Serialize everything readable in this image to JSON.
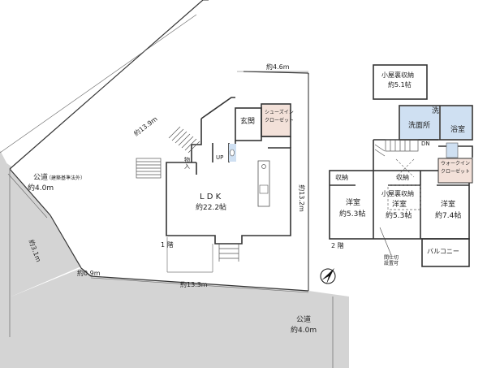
{
  "site": {
    "dim_top": "約4.6m",
    "dim_left_diagonal": "約13.9m",
    "dim_right": "約13.2m",
    "dim_bottom": "約13.3m",
    "dim_left_short": "約3.1m",
    "dim_left_corner": "約0.9m",
    "road_left_title": "公道",
    "road_left_note": "（建築基準法外）",
    "road_left_width": "約4.0m",
    "road_bottom_title": "公道",
    "road_bottom_width": "約4.0m"
  },
  "floor1": {
    "label": "1 階",
    "genkan": "玄関",
    "shoes_closet_line1": "シューズイン",
    "shoes_closet_line2": "クローゼット",
    "ldk_line1": "L D K",
    "ldk_line2": "約22.2帖",
    "storage_line1": "物",
    "storage_line2": "入",
    "up": "UP"
  },
  "floor2": {
    "label": "2 階",
    "attic_top_line1": "小屋裏収納",
    "attic_top_line2": "約5.1帖",
    "wash": "洗",
    "washroom": "洗面所",
    "bath": "浴室",
    "dn": "DN",
    "storage_a": "収納",
    "storage_b": "収納",
    "wic_line1": "ウォークイン",
    "wic_line2": "クローゼット",
    "room_left_line1": "洋室",
    "room_left_line2": "約5.3帖",
    "attic_mid": "小屋裏収納",
    "room_mid_line1": "洋室",
    "room_mid_line2": "約5.3帖",
    "room_right_line1": "洋室",
    "room_right_line2": "約7.4帖",
    "partition_line1": "間仕切",
    "partition_line2": "設置可",
    "balcony": "バルコニー"
  },
  "colors": {
    "line": "#333333",
    "road": "#d4d4d4",
    "wet_area": "#cfe0f2",
    "closet": "#f3e1d9",
    "compass": "#111111"
  },
  "icons": [
    "north-arrow-icon",
    "staircase-icon",
    "toilet-icon",
    "kitchen-icon"
  ]
}
